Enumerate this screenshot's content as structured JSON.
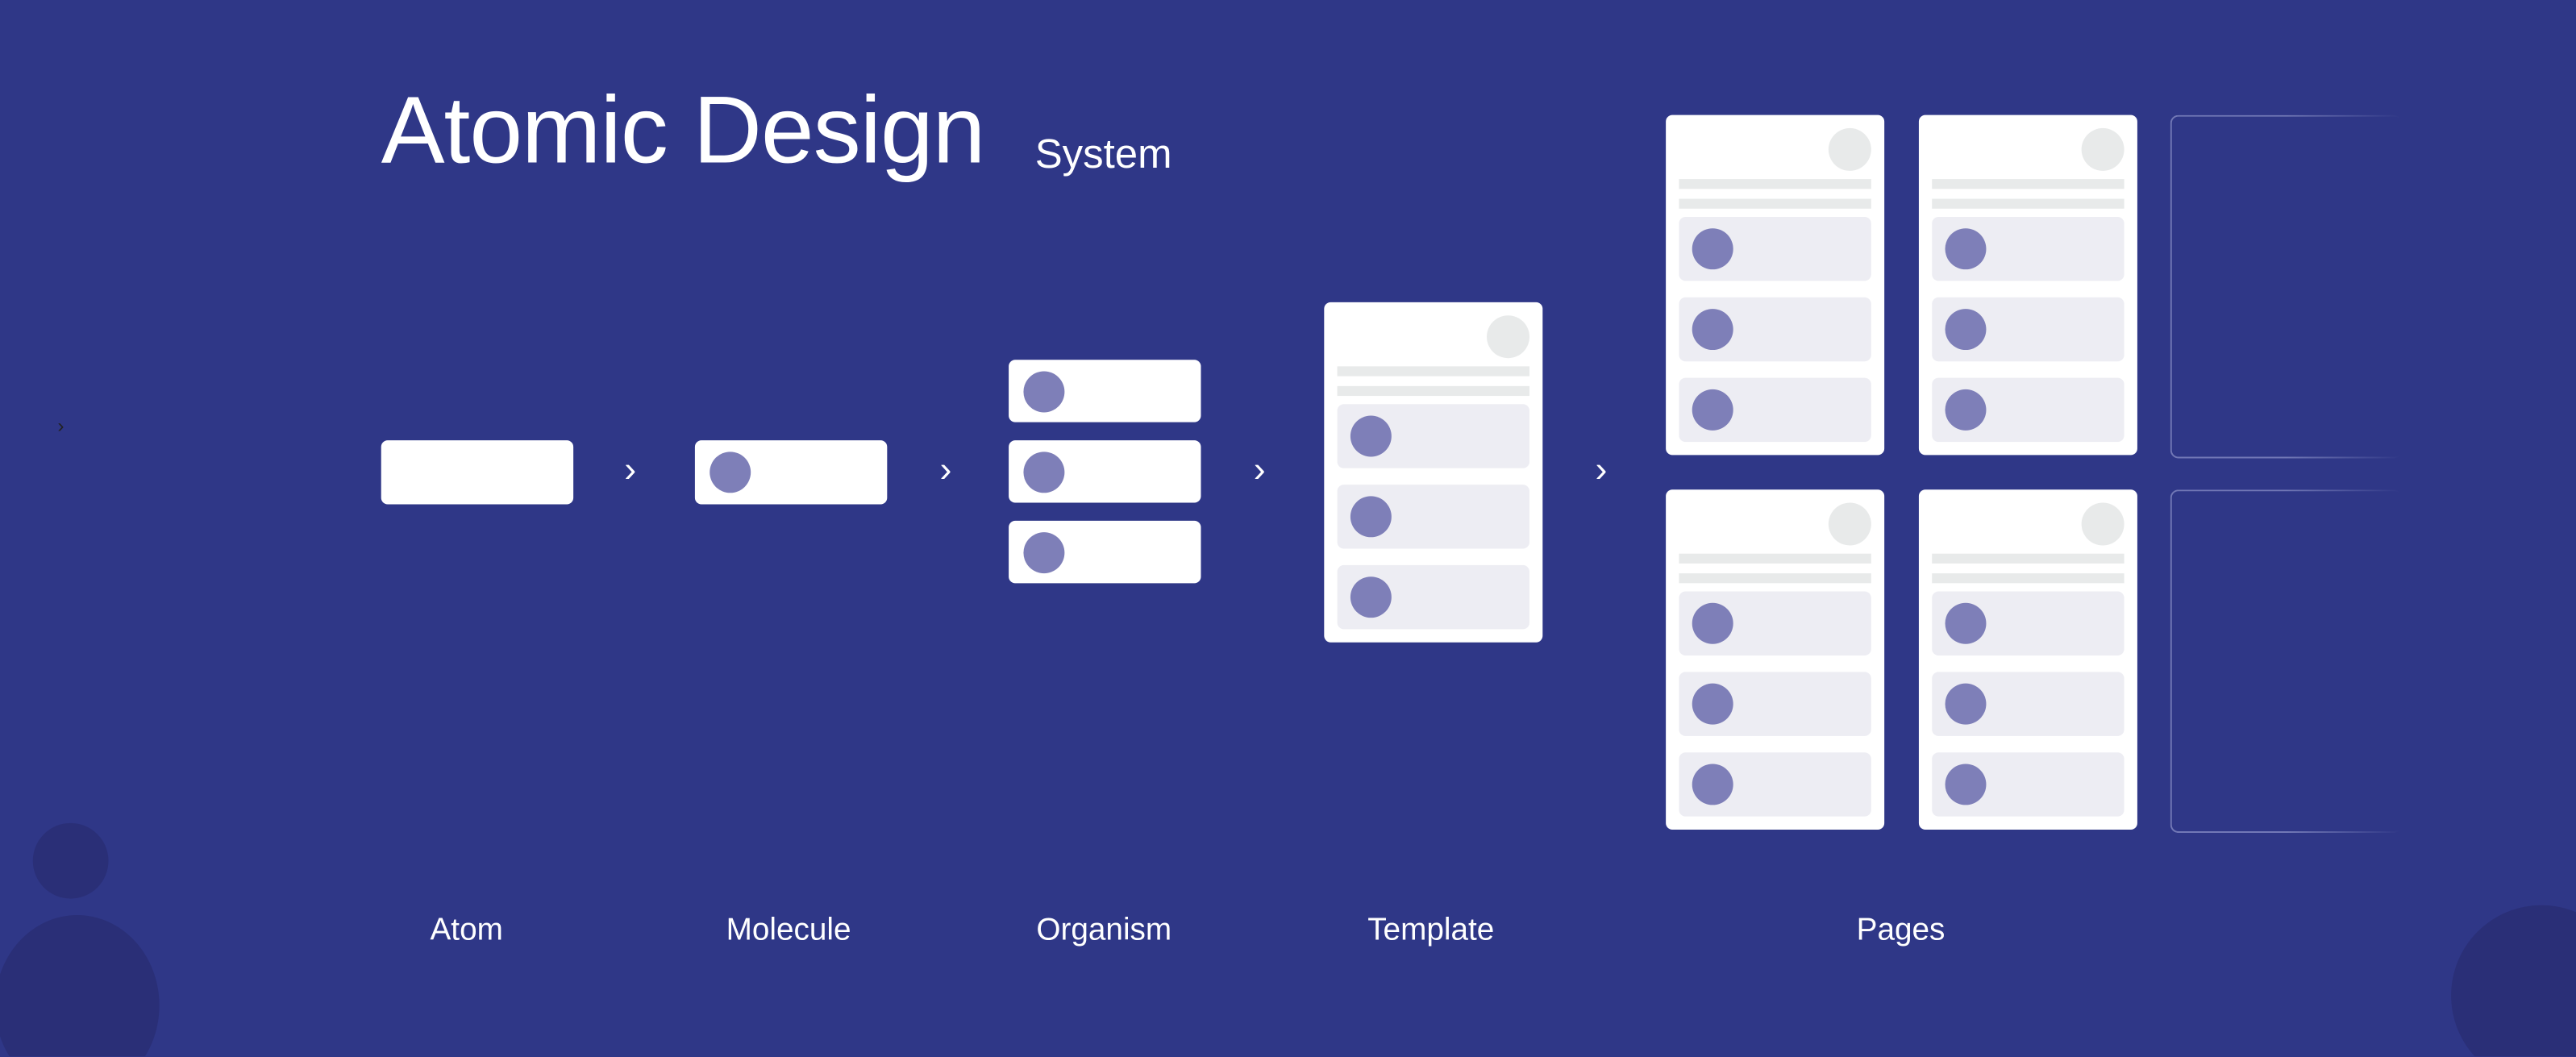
{
  "header": {
    "title": "Atomic Design",
    "subtitle": "System"
  },
  "stages": [
    {
      "label": "Atom"
    },
    {
      "label": "Molecule"
    },
    {
      "label": "Organism"
    },
    {
      "label": "Template"
    },
    {
      "label": "Pages"
    }
  ],
  "icons": {
    "arrow": "chevron-right-icon"
  },
  "colors": {
    "background": "#2f3787",
    "card": "#ffffff",
    "dot": "#7e7fb8",
    "row": "#ededf3",
    "placeholder": "#e8eaea"
  }
}
